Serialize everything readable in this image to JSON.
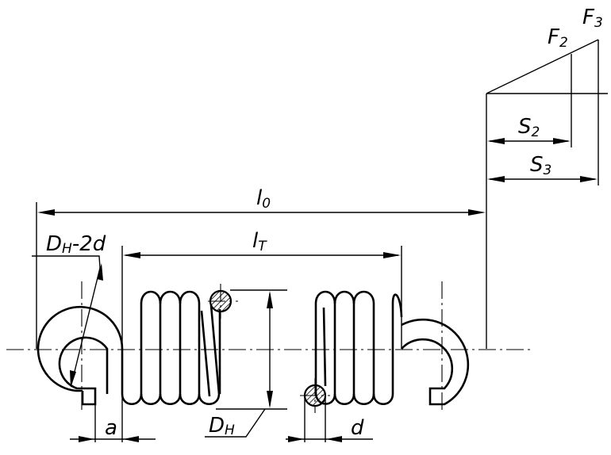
{
  "labels": {
    "l0_main": "l",
    "l0_sub": "0",
    "lt_main": "l",
    "lt_sub": "T",
    "dh2d_main": "D",
    "dh2d_sub": "H",
    "dh2d_tail": "-2d",
    "dh_main": "D",
    "dh_sub": "H",
    "a": "a",
    "d": "d",
    "s2_main": "S",
    "s2_sub": "2",
    "s3_main": "S",
    "s3_sub": "3",
    "f2_main": "F",
    "f2_sub": "2",
    "f3_main": "F",
    "f3_sub": "3"
  }
}
